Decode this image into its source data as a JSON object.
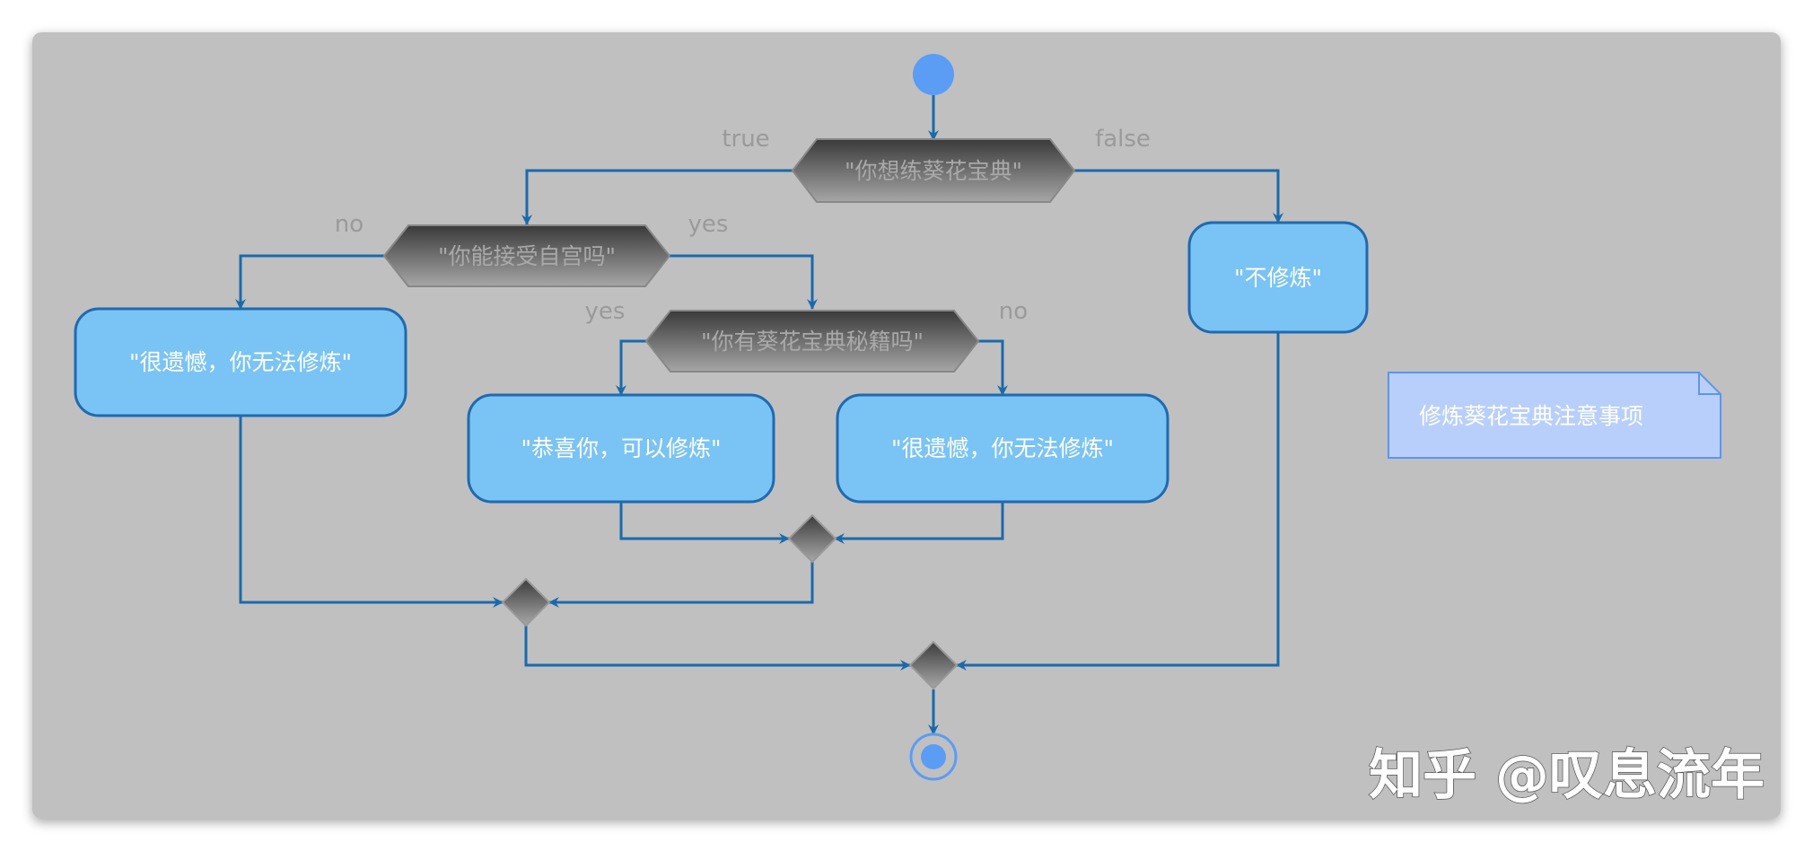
{
  "diagram": {
    "type": "uml-activity",
    "colors": {
      "background": "#c0c0c0",
      "action_fill": "#7ac3f5",
      "action_border": "#1f6ab0",
      "edge": "#1a6aab",
      "start_node": "#5b9cf5",
      "note_fill": "#b9cffb"
    },
    "decision_main": {
      "question": "\"你想练葵花宝典\"",
      "true_label": "true",
      "false_label": "false"
    },
    "decision_accept": {
      "question": "\"你能接受自宫吗\"",
      "no_label": "no",
      "yes_label": "yes"
    },
    "decision_book": {
      "question": "\"你有葵花宝典秘籍吗\"",
      "yes_label": "yes",
      "no_label": "no"
    },
    "actions": {
      "regret_left": "\"很遗憾，你无法修炼\"",
      "congrats": "\"恭喜你，可以修炼\"",
      "regret_right": "\"很遗憾，你无法修炼\"",
      "no_practice": "\"不修炼\""
    },
    "note": "修炼葵花宝典注意事项"
  },
  "watermark": "知乎 @叹息流年"
}
